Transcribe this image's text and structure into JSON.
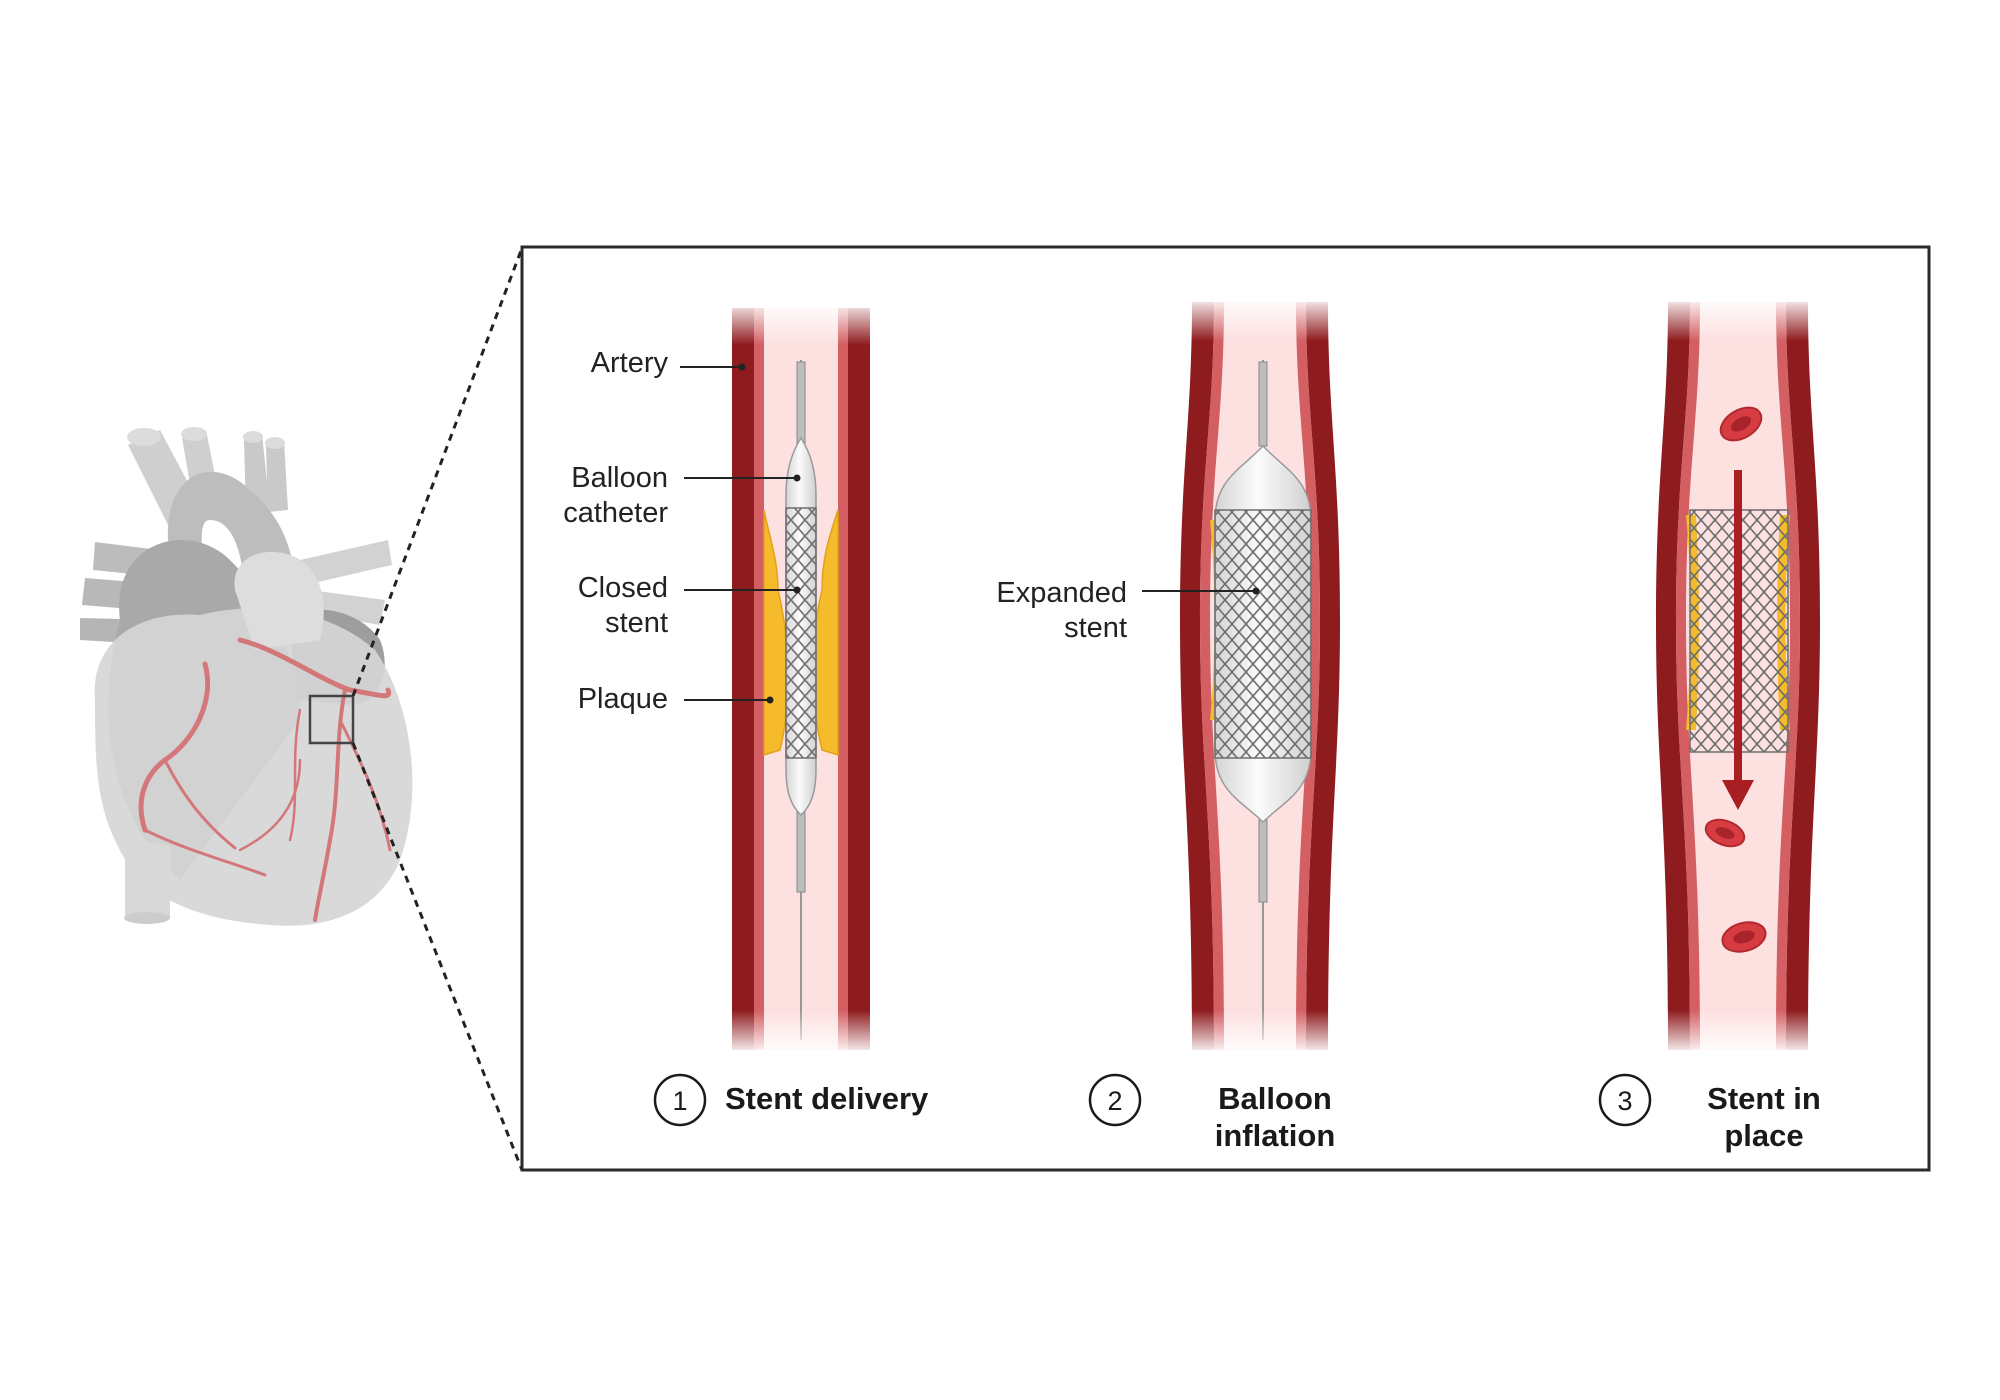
{
  "colors": {
    "artery_wall": "#8e1b1e",
    "artery_inner": "#d35f63",
    "lumen": "#fde0e0",
    "plaque": "#f6bb2a",
    "stent": "#6e6e6e",
    "balloon": "#eeeeee",
    "heart": "#c8c8c8",
    "coronary": "#d3777b",
    "blood_cell": "#d63c42",
    "flow_arrow": "#a81e23"
  },
  "labels": {
    "artery": "Artery",
    "balloon_catheter": [
      "Balloon",
      "catheter"
    ],
    "closed_stent": [
      "Closed",
      "stent"
    ],
    "plaque": "Plaque",
    "expanded_stent": [
      "Expanded",
      "stent"
    ]
  },
  "steps": [
    {
      "number": "1",
      "title": [
        "Stent delivery"
      ]
    },
    {
      "number": "2",
      "title": [
        "Balloon",
        "inflation"
      ]
    },
    {
      "number": "3",
      "title": [
        "Stent in",
        "place"
      ]
    }
  ]
}
